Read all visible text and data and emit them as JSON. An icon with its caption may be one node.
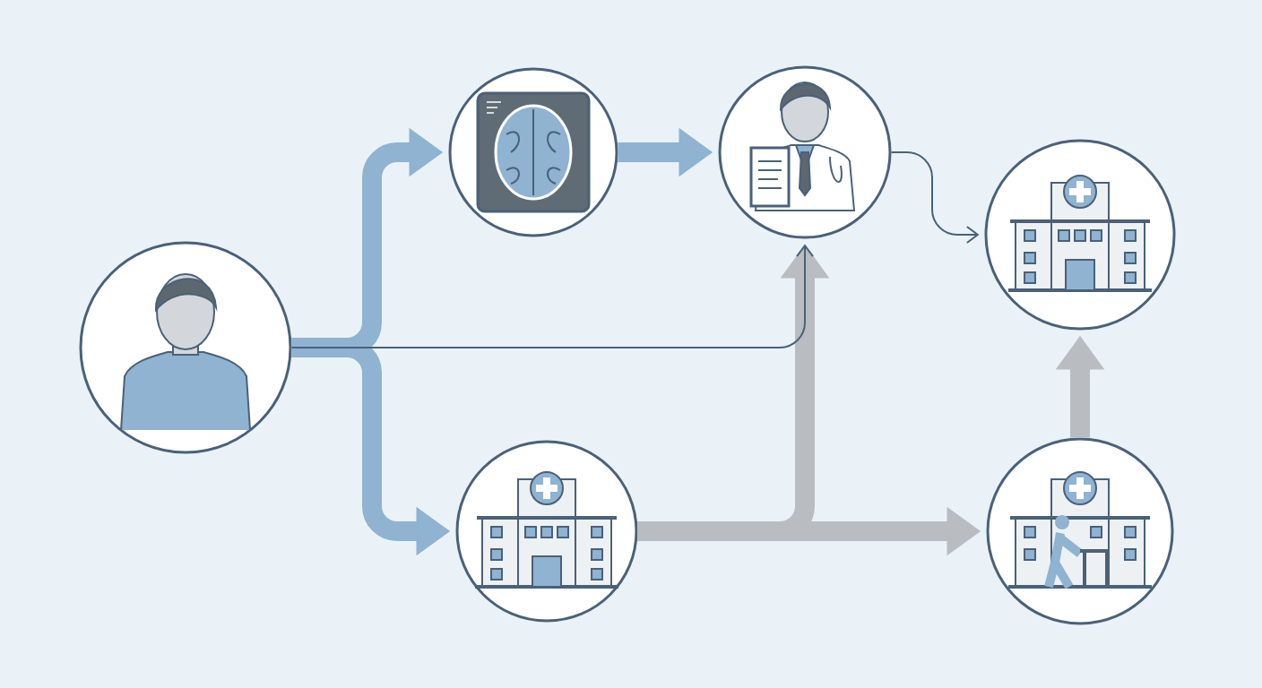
{
  "diagram": {
    "nodes": [
      {
        "text": [],
        "shape": "picture"
      },
      {
        "text": [],
        "shape": "picture"
      },
      {
        "text": [],
        "shape": "picture"
      },
      {
        "text": [],
        "shape": "picture"
      },
      {
        "text": [],
        "shape": "picture"
      },
      {
        "text": [],
        "shape": "picture"
      }
    ],
    "edges": [
      {
        "from": 0,
        "to": 1,
        "arrow": "to"
      },
      {
        "from": 0,
        "to": 4,
        "arrow": "to"
      },
      {
        "from": 0,
        "to": 2,
        "arrow": "to",
        "color": "#4a6178"
      },
      {
        "from": 1,
        "to": 2,
        "arrow": "to"
      },
      {
        "from": 2,
        "to": 3,
        "arrow": "to",
        "color": "#4a6178"
      },
      {
        "from": 4,
        "to": 2,
        "arrow": "to",
        "color": "#b9bdc2"
      },
      {
        "from": 4,
        "to": 5,
        "arrow": "to",
        "color": "#b9bdc2"
      },
      {
        "from": 5,
        "to": 3,
        "arrow": "to",
        "color": "#b9bdc2"
      }
    ]
  }
}
